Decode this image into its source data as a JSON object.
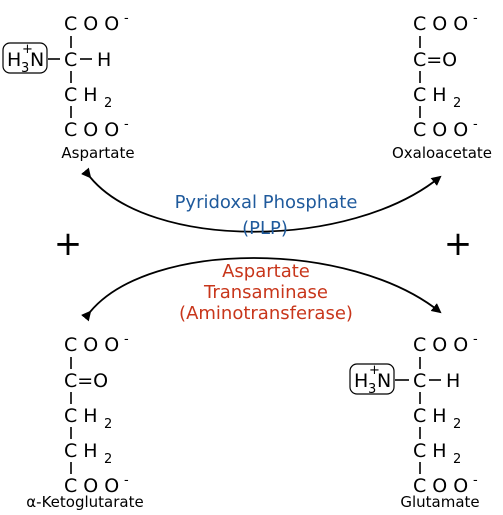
{
  "colors": {
    "cofactor": "#1f5a9c",
    "enzyme": "#c8361b",
    "ink": "#000000"
  },
  "molecules": {
    "aspartate": {
      "name": "Aspartate",
      "coo_top": "C O O",
      "charge_top": "-",
      "amine": "H",
      "amine_n": "N",
      "amine_plus": "+",
      "amine_sub": "3",
      "alpha_c": "C",
      "alpha_h": "H",
      "ch2": "C H",
      "ch2_sub": "2",
      "coo_bottom": "C O O",
      "charge_bottom": "-"
    },
    "oxaloacetate": {
      "name": "Oxaloacetate",
      "coo_top": "C O O",
      "charge_top": "-",
      "keto": "C=O",
      "ch2": "C H",
      "ch2_sub": "2",
      "coo_bottom": "C O O",
      "charge_bottom": "-"
    },
    "alpha_ketoglutarate": {
      "name": "α-Ketoglutarate",
      "coo_top": "C O O",
      "charge_top": "-",
      "keto": "C=O",
      "ch2_1": "C H",
      "ch2_1_sub": "2",
      "ch2_2": "C H",
      "ch2_2_sub": "2",
      "coo_bottom": "C O O",
      "charge_bottom": "-"
    },
    "glutamate": {
      "name": "Glutamate",
      "coo_top": "C O O",
      "charge_top": "-",
      "amine": "H",
      "amine_n": "N",
      "amine_plus": "+",
      "amine_sub": "3",
      "alpha_c": "C",
      "alpha_h": "H",
      "ch2_1": "C H",
      "ch2_1_sub": "2",
      "ch2_2": "C H",
      "ch2_2_sub": "2",
      "coo_bottom": "C O O",
      "charge_bottom": "-"
    }
  },
  "cofactor": {
    "line1": "Pyridoxal Phosphate",
    "line2": "(PLP)"
  },
  "enzyme": {
    "line1": "Aspartate",
    "line2": "Transaminase",
    "line3": "(Aminotransferase)"
  },
  "plus_left": "+",
  "plus_right": "+"
}
